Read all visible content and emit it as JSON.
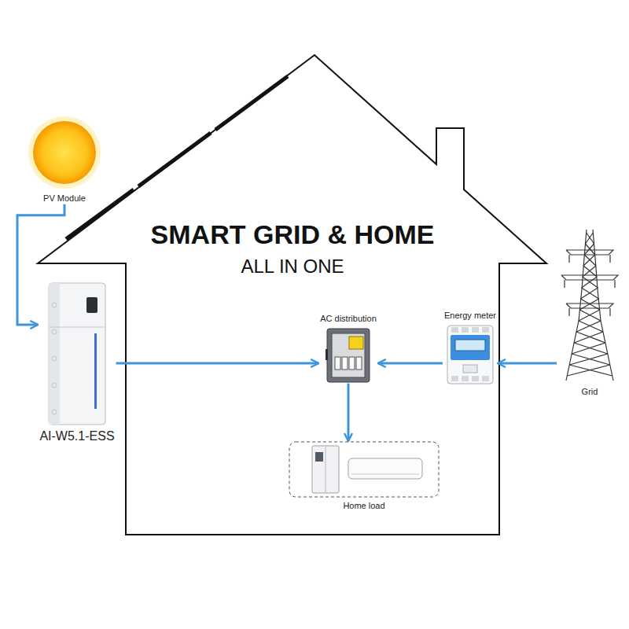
{
  "diagram": {
    "title": "SMART GRID & HOME",
    "nodes": [
      {
        "text": [
          "PV Module"
        ]
      },
      {
        "text": [
          "AI-W5.1-ESS"
        ]
      },
      {
        "text": [
          "AC distribution"
        ]
      },
      {
        "text": [
          "Energy meter"
        ]
      },
      {
        "text": [
          "Grid"
        ]
      },
      {
        "text": [
          "Home load"
        ]
      }
    ],
    "edges": [
      {
        "from": 0,
        "to": 1,
        "arrow": "to"
      },
      {
        "from": 1,
        "to": 2,
        "arrow": "to"
      },
      {
        "from": 3,
        "to": 2,
        "arrow": "to"
      },
      {
        "from": 4,
        "to": 3,
        "arrow": "to"
      },
      {
        "from": 2,
        "to": 5,
        "arrow": "to"
      }
    ],
    "labels": [
      "ALL IN ONE"
    ]
  }
}
